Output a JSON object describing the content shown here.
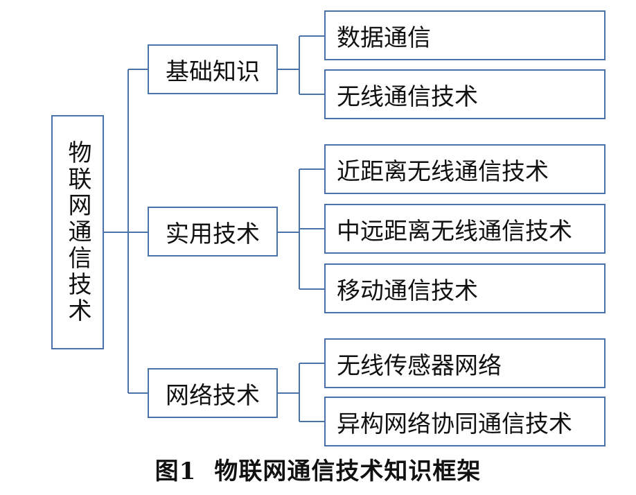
{
  "root": {
    "label": "物联网通信技术"
  },
  "categories": [
    {
      "label": "基础知识",
      "children": [
        "数据通信",
        "无线通信技术"
      ]
    },
    {
      "label": "实用技术",
      "children": [
        "近距离无线通信技术",
        "中远距离无线通信技术",
        "移动通信技术"
      ]
    },
    {
      "label": "网络技术",
      "children": [
        "无线传感器网络",
        "异构网络协同通信技术"
      ]
    }
  ],
  "caption": {
    "number": "图1",
    "title": "物联网通信技术知识框架"
  },
  "colors": {
    "border": "#4a72a8",
    "line": "#4a72a8",
    "text": "#111111"
  }
}
